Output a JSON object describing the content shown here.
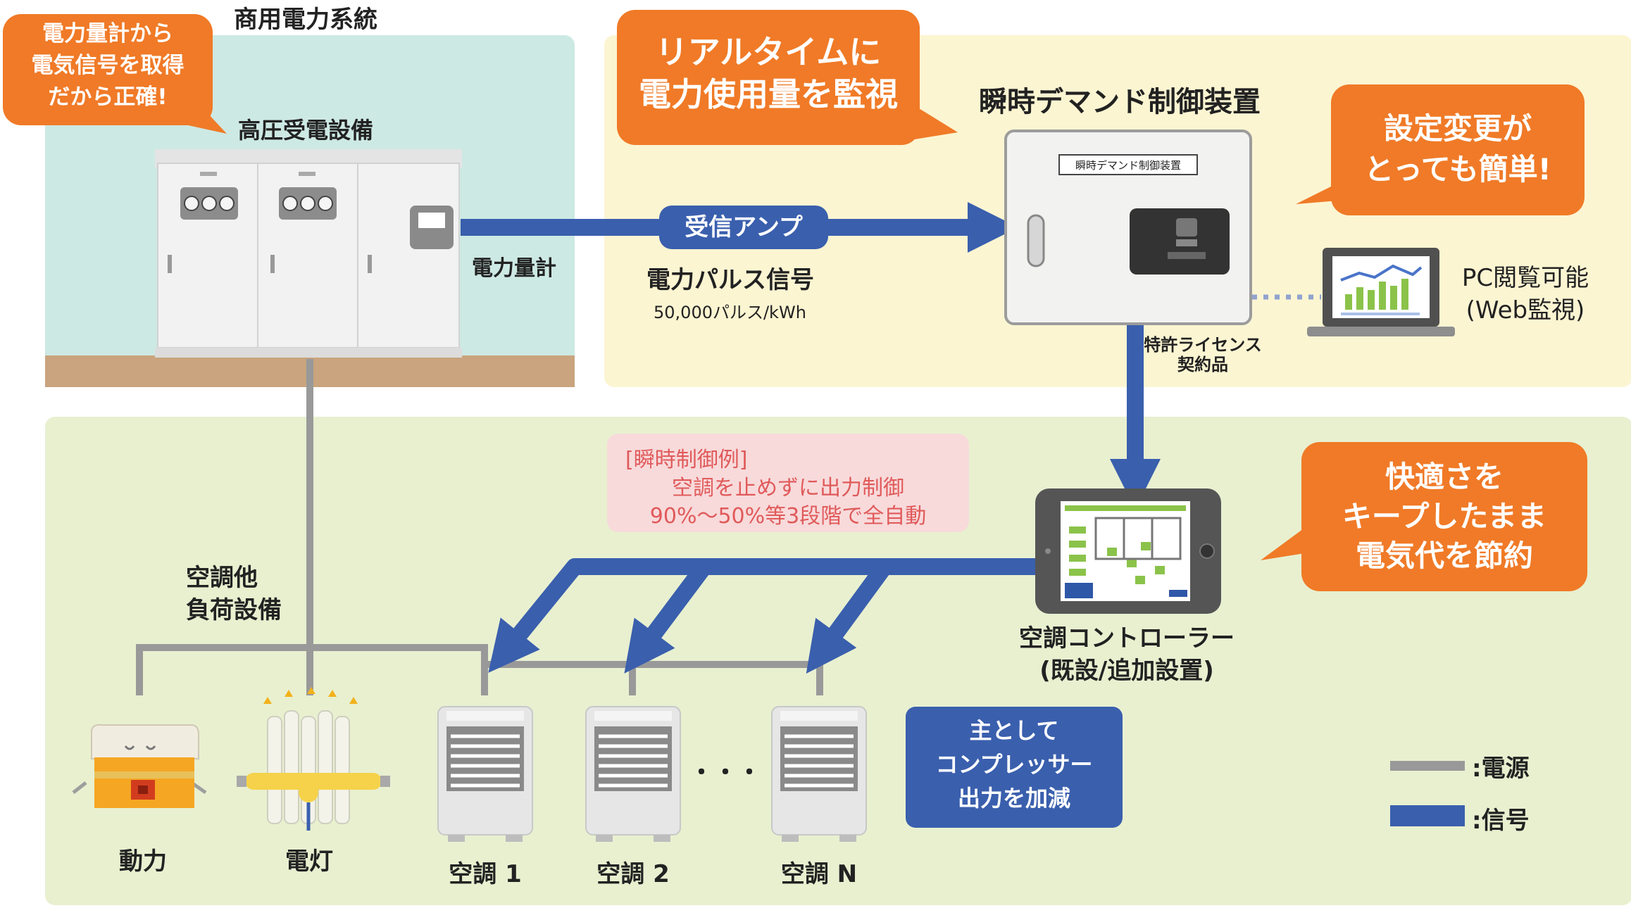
{
  "colors": {
    "orange": "#f07a27",
    "signal_blue": "#3a5fad",
    "power_gray": "#999999",
    "grid_bg": "#cde9e3",
    "device_bg": "#fcf5d2",
    "load_bg": "#e8f0d0",
    "pink_box": "#f8dadb",
    "pink_text": "#e05a5a"
  },
  "grid": {
    "title": "商用電力系統",
    "substation_label": "高圧受電設備",
    "meter_label": "電力量計"
  },
  "bubbles": {
    "meter_accuracy": "電力量計から\n電気信号を取得\nだから正確!",
    "realtime": "リアルタイムに\n電力使用量を監視",
    "easy_settings": "設定変更が\nとっても簡単!",
    "comfort": "快適さを\nキープしたまま\n電気代を節約"
  },
  "signal": {
    "amp_label": "受信アンプ",
    "pulse_label": "電力パルス信号",
    "pulse_rate": "50,000パルス/kWh"
  },
  "device": {
    "title": "瞬時デマンド制御装置",
    "plate": "瞬時デマンド制御装置",
    "patent": "特許ライセンス\n契約品",
    "pc_label": "PC閲覧可能\n(Web監視)"
  },
  "controller": {
    "label": "空調コントローラー\n(既設/追加設置)"
  },
  "example": {
    "heading": "[瞬時制御例]",
    "line1": "空調を止めずに出力制御",
    "line2": "90%〜50%等3段階で全自動"
  },
  "loads": {
    "group_label": "空調他\n負荷設備",
    "power": "動力",
    "lighting": "電灯",
    "ac1": "空調 1",
    "ac2": "空調 2",
    "ellipsis": "・・・",
    "acn": "空調 N"
  },
  "compressor_note": "主として\nコンプレッサー\n出力を加減",
  "legend": {
    "power": ":電源",
    "signal": ":信号"
  }
}
